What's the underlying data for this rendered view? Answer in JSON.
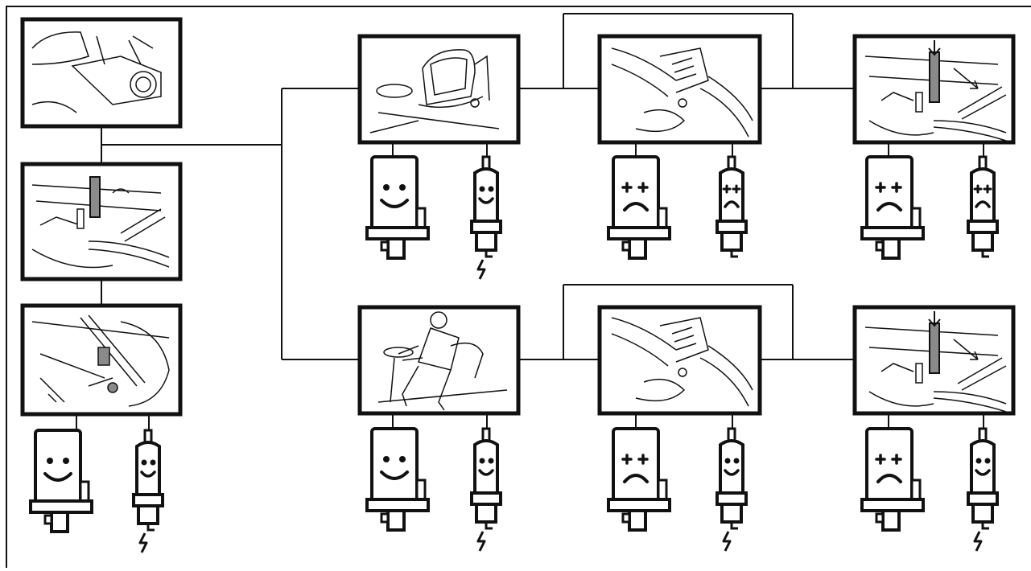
{
  "diagram": {
    "type": "safety-interlock-test-flowchart",
    "line_color": "#111111",
    "fill_color": "#ffffff",
    "accent_gray": "#8a8a8a",
    "panels": [
      {
        "id": "p-start",
        "scene": "seat-and-controls",
        "icon": "mower-seat-area-icon"
      },
      {
        "id": "p-brake",
        "scene": "brake-pedal-pressed",
        "icon": "brake-pedal-icon"
      },
      {
        "id": "p-blade",
        "scene": "blade-lever-disengaged",
        "icon": "blade-lever-icon"
      },
      {
        "id": "p-empty-seat",
        "scene": "empty-seat",
        "icon": "empty-seat-icon"
      },
      {
        "id": "p-empty-seat-engage",
        "scene": "engage-blades-no-operator",
        "icon": "engage-lever-icon"
      },
      {
        "id": "p-empty-seat-release",
        "scene": "release-brake-no-operator",
        "icon": "release-pedal-icon"
      },
      {
        "id": "p-operator",
        "scene": "operator-seated",
        "icon": "operator-seated-icon"
      },
      {
        "id": "p-operator-engage",
        "scene": "engage-blades-with-operator",
        "icon": "engage-lever-icon"
      },
      {
        "id": "p-operator-release",
        "scene": "release-brake-with-operator",
        "icon": "release-pedal-icon"
      }
    ],
    "indicators": [
      {
        "under": "p-blade",
        "starter": "ok",
        "spark": "ok"
      },
      {
        "under": "p-empty-seat",
        "starter": "ok",
        "spark": "ok"
      },
      {
        "under": "p-empty-seat-engage",
        "starter": "fail",
        "spark": "fail"
      },
      {
        "under": "p-empty-seat-release",
        "starter": "fail",
        "spark": "fail"
      },
      {
        "under": "p-operator",
        "starter": "ok",
        "spark": "ok"
      },
      {
        "under": "p-operator-engage",
        "starter": "fail",
        "spark": "ok"
      },
      {
        "under": "p-operator-release",
        "starter": "fail",
        "spark": "ok"
      }
    ]
  }
}
